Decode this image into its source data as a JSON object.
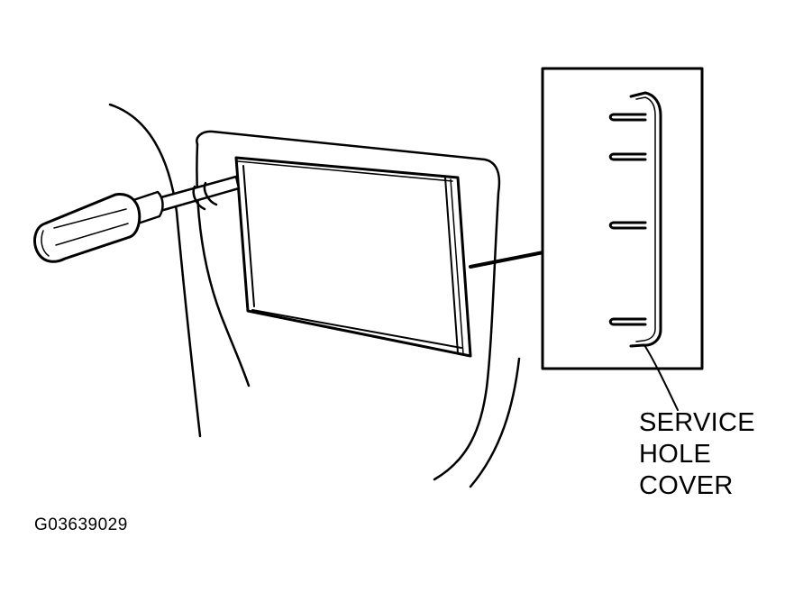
{
  "callout": {
    "line1": "SERVICE",
    "line2": "HOLE",
    "line3": "COVER"
  },
  "figure_id": "G03639029"
}
